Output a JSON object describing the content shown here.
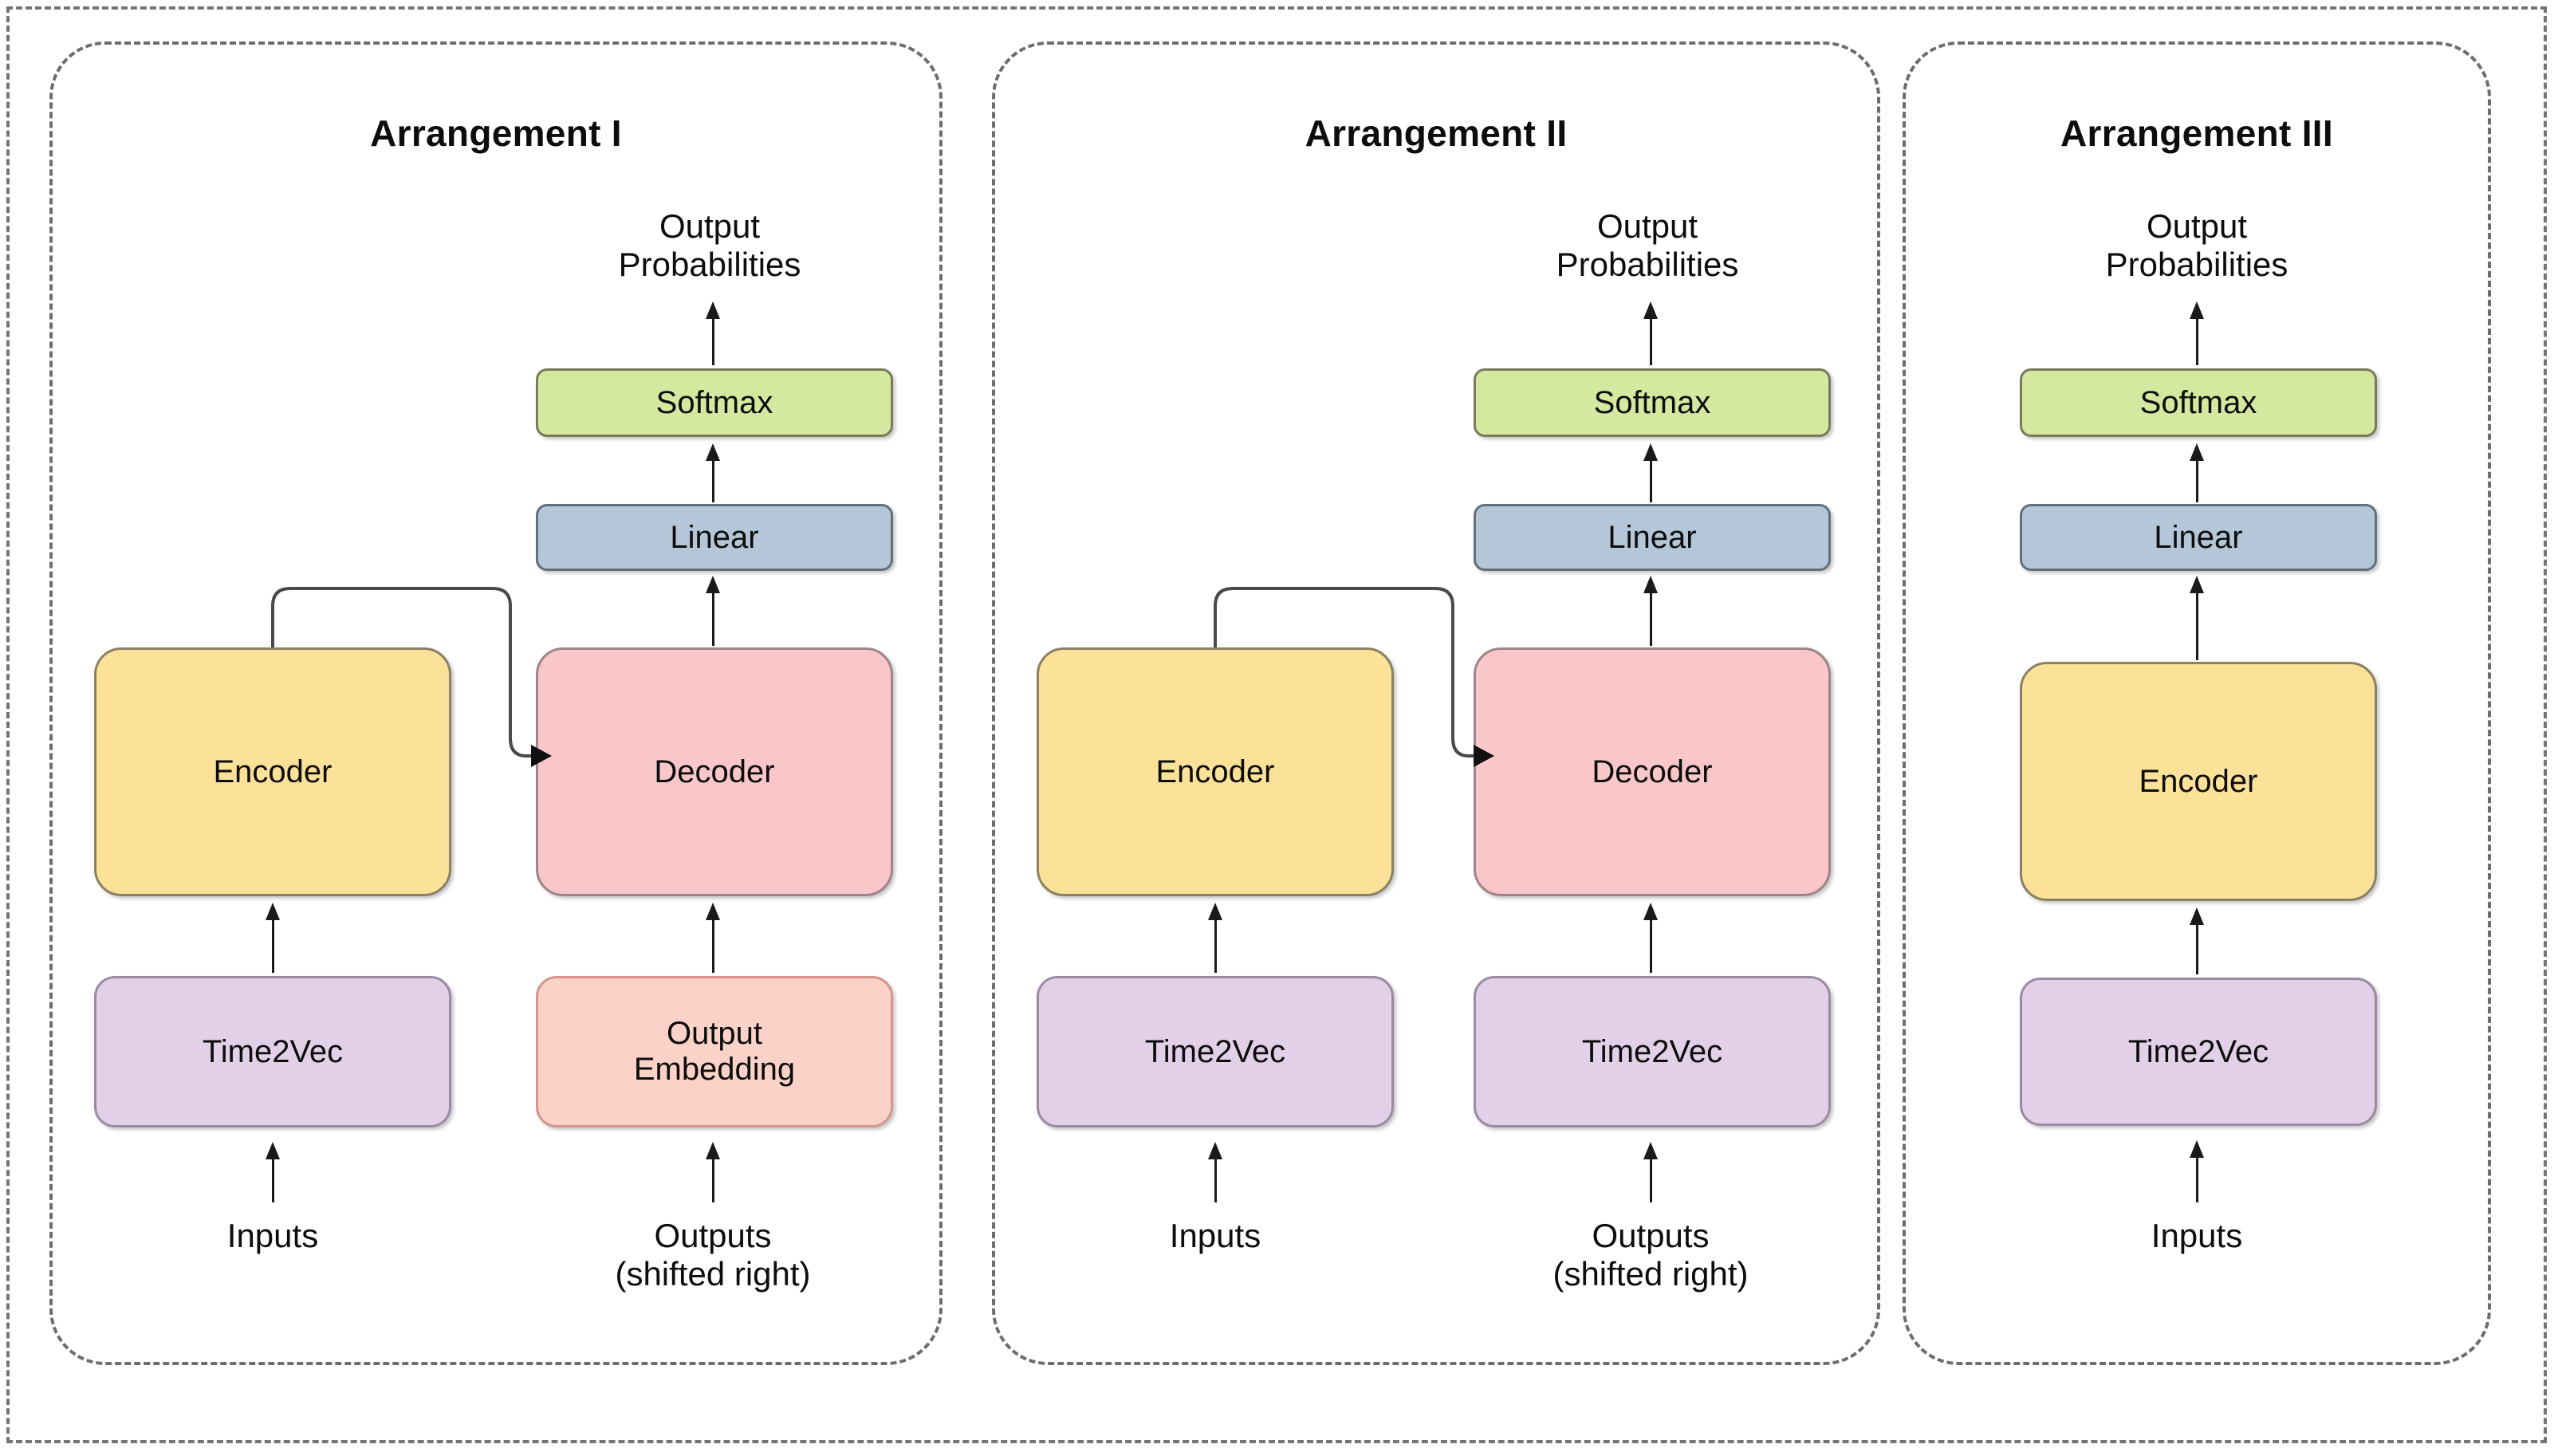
{
  "figure": {
    "panels": [
      {
        "id": "arrangement-1",
        "title": "Arrangement I",
        "nodes": {
          "softmax": "Softmax",
          "linear": "Linear",
          "encoder": "Encoder",
          "decoder": "Decoder",
          "time2vec": "Time2Vec",
          "output_embedding": "Output\nEmbedding"
        },
        "labels": {
          "output_probabilities": "Output\nProbabilities",
          "inputs": "Inputs",
          "outputs": "Outputs\n(shifted right)"
        }
      },
      {
        "id": "arrangement-2",
        "title": "Arrangement II",
        "nodes": {
          "softmax": "Softmax",
          "linear": "Linear",
          "encoder": "Encoder",
          "decoder": "Decoder",
          "time2vec_left": "Time2Vec",
          "time2vec_right": "Time2Vec"
        },
        "labels": {
          "output_probabilities": "Output\nProbabilities",
          "inputs": "Inputs",
          "outputs": "Outputs\n(shifted right)"
        }
      },
      {
        "id": "arrangement-3",
        "title": "Arrangement III",
        "nodes": {
          "softmax": "Softmax",
          "linear": "Linear",
          "encoder": "Encoder",
          "time2vec": "Time2Vec"
        },
        "labels": {
          "output_probabilities": "Output\nProbabilities",
          "inputs": "Inputs"
        }
      }
    ],
    "colors": {
      "softmax": "#d5e8a0",
      "linear": "#b4c7d9",
      "encoder": "#fce299",
      "decoder": "#f9c6c9",
      "time2vec": "#e2d0e8",
      "output_embedding": "#fad2c8",
      "frame": "#6d6d6d",
      "arrow": "#1a1a1a",
      "background": "#ffffff"
    }
  }
}
